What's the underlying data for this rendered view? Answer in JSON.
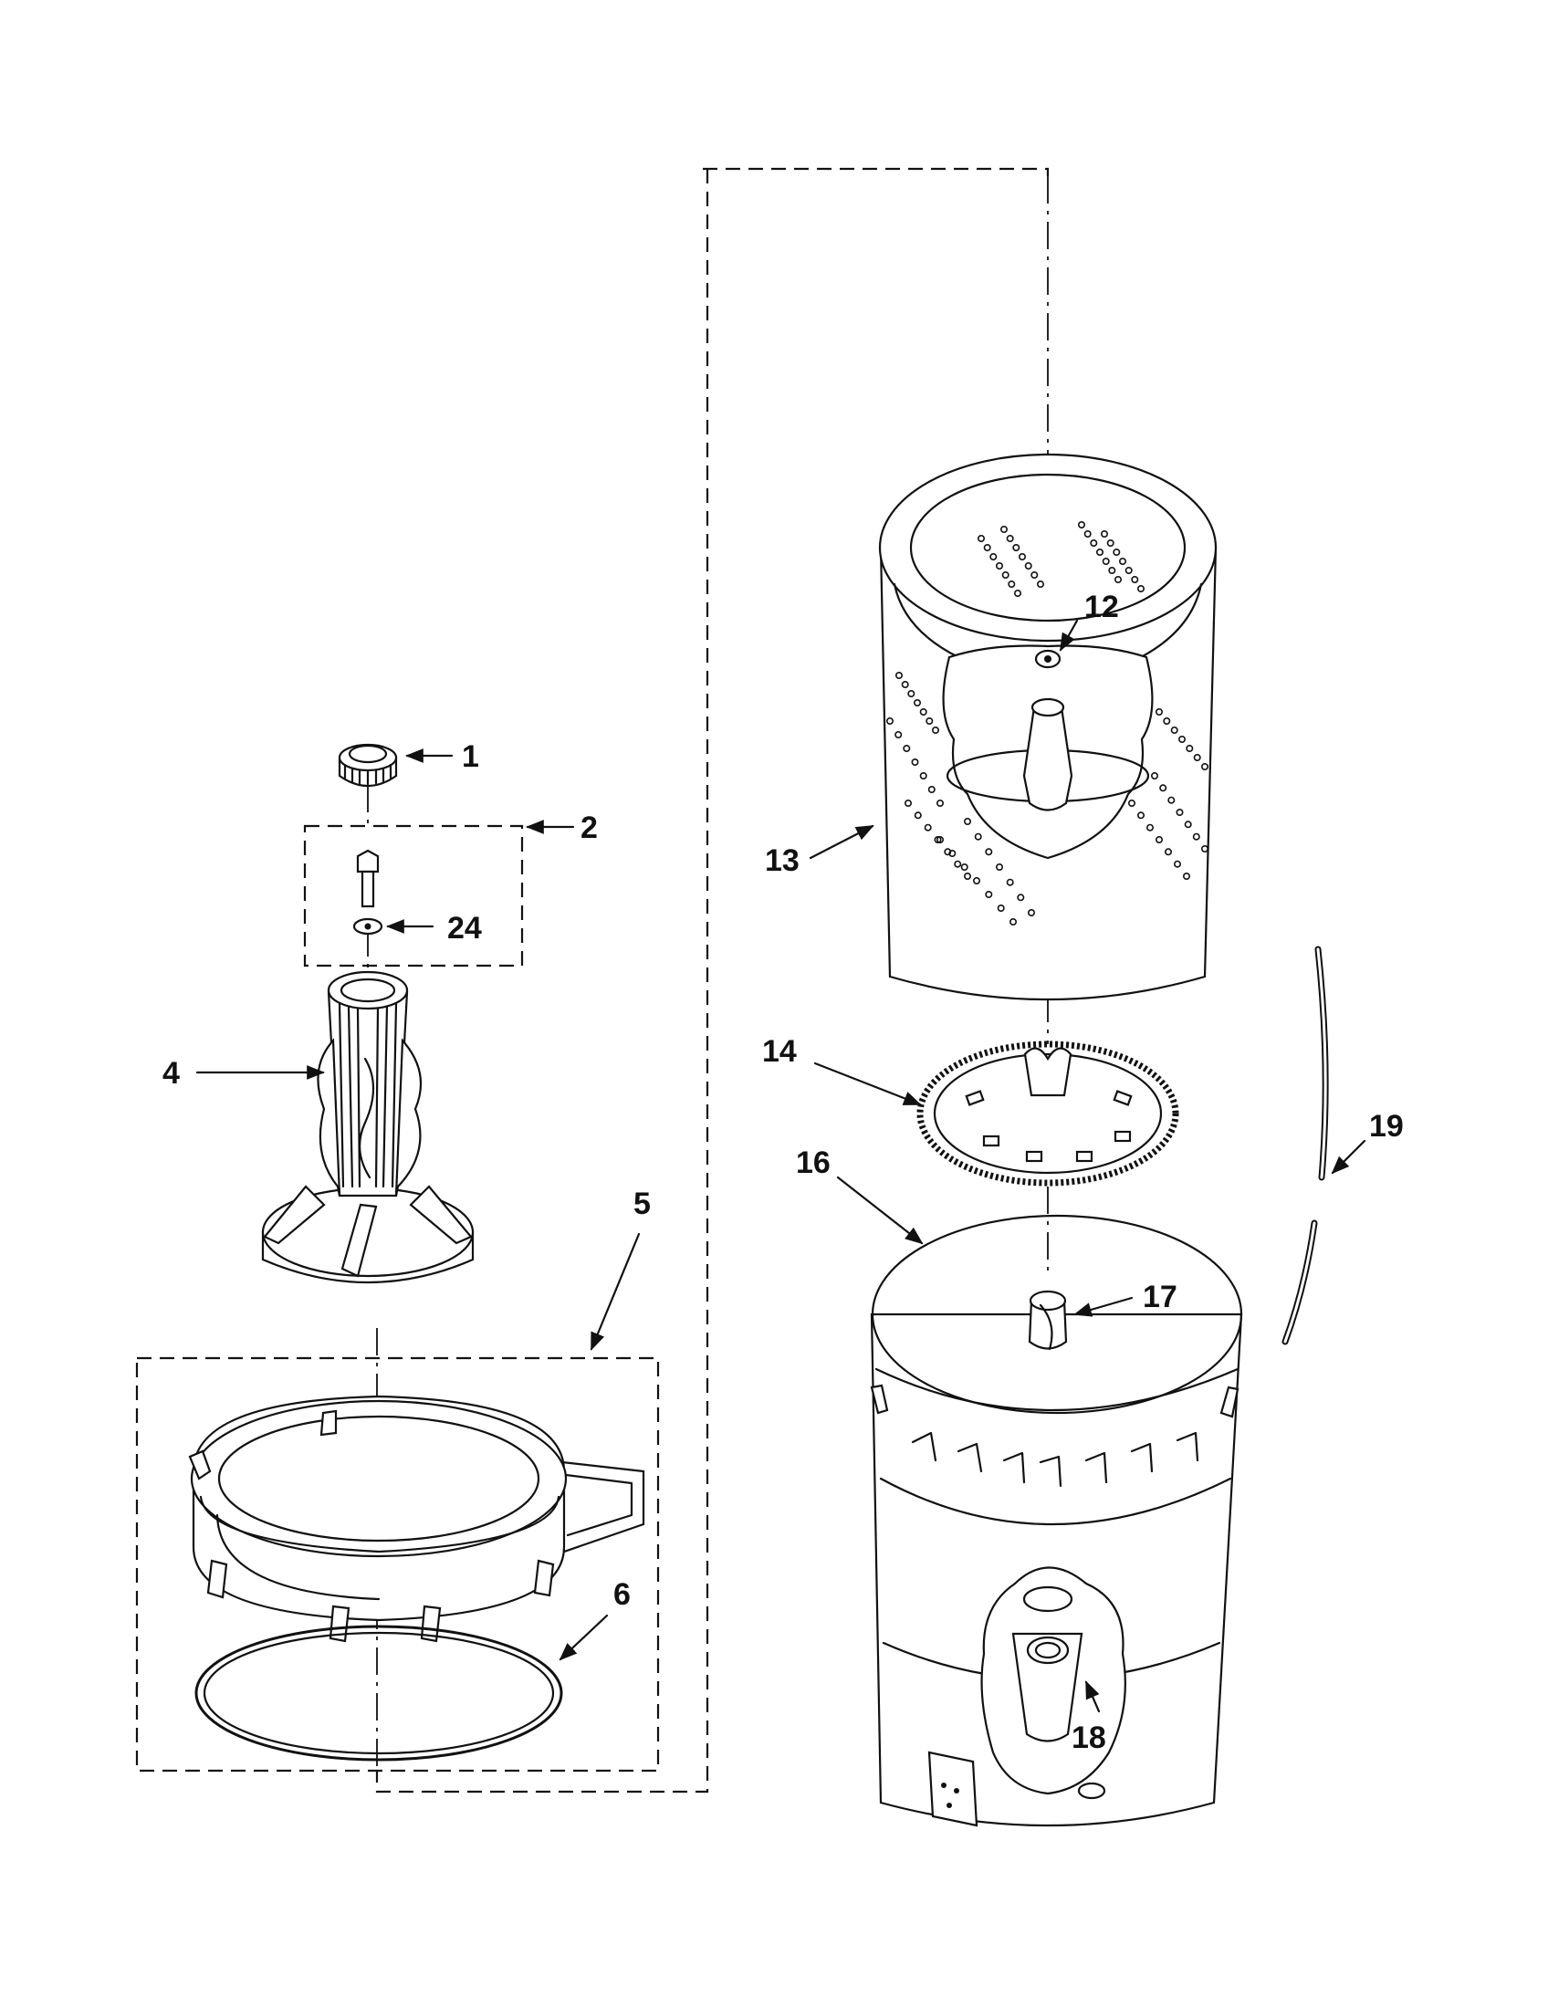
{
  "callouts": {
    "c1": "1",
    "c2": "2",
    "c24": "24",
    "c4": "4",
    "c5": "5",
    "c6": "6",
    "c12": "12",
    "c13": "13",
    "c14": "14",
    "c16": "16",
    "c17": "17",
    "c18": "18",
    "c19": "19"
  }
}
